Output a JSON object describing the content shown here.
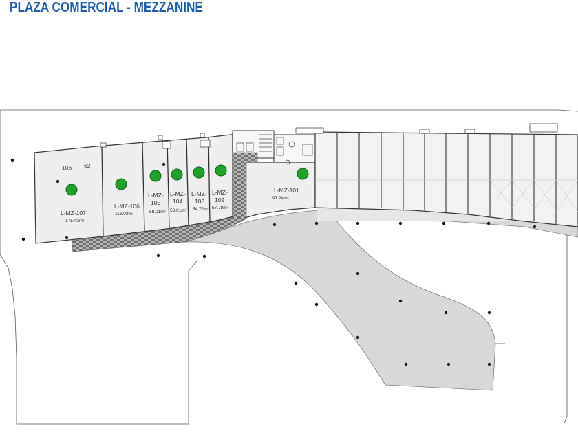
{
  "title": "PLAZA COMERCIAL - MEZZANINE",
  "colors": {
    "title": "#1f5da8",
    "available_marker": "#1fa12c",
    "corridor_fill": "#d7d9d8",
    "unit_fill": "#efefef",
    "walls": "#333333"
  },
  "markers": {
    "icon": "green-circle-icon",
    "meaning_hint": ""
  },
  "reference_labels": [
    "106",
    "62"
  ],
  "units": [
    {
      "id": "L-MZ-107",
      "line1": "L-MZ-107",
      "line2": "",
      "area": "175.43m²"
    },
    {
      "id": "L-MZ-106",
      "line1": "L-MZ-106",
      "line2": "",
      "area": "116.03m²"
    },
    {
      "id": "L-MZ-105",
      "line1": "L-MZ-",
      "line2": "105",
      "area": "58.01m²"
    },
    {
      "id": "L-MZ-104",
      "line1": "L-MZ-",
      "line2": "104",
      "area": "58.01m²"
    },
    {
      "id": "L-MZ-103",
      "line1": "L-MZ-",
      "line2": "103",
      "area": "54.72m²"
    },
    {
      "id": "L-MZ-102",
      "line1": "L-MZ-",
      "line2": "102",
      "area": "57.78m²"
    },
    {
      "id": "L-MZ-101",
      "line1": "L-MZ-101",
      "line2": "",
      "area": "97.24m²"
    }
  ]
}
